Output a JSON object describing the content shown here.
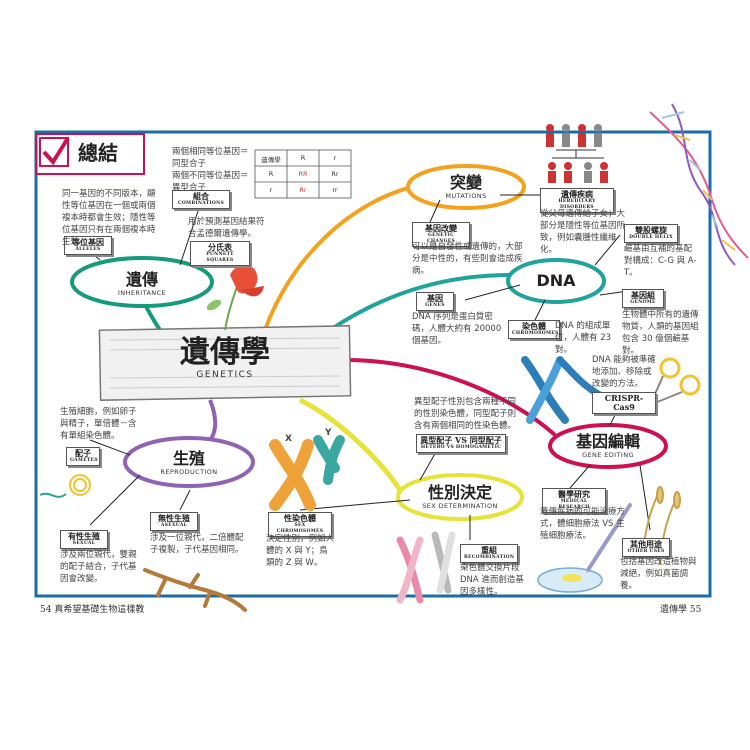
{
  "summary_title": "總結",
  "center": {
    "zh": "遺傳學",
    "en": "GENETICS"
  },
  "nodes": {
    "inheritance": {
      "zh": "遺傳",
      "en": "INHERITANCE"
    },
    "mutations": {
      "zh": "突變",
      "en": "MUTATIONS"
    },
    "dna": {
      "zh": "DNA"
    },
    "reproduction": {
      "zh": "生殖",
      "en": "REPRODUCTION"
    },
    "sex_determination": {
      "zh": "性別決定",
      "en": "SEX DETERMINATION"
    },
    "gene_editing": {
      "zh": "基因編輯",
      "en": "GENE EDITING"
    }
  },
  "tags": {
    "alleles": {
      "zh": "等位基因",
      "en": "ALLELES"
    },
    "combinations": {
      "zh": "組合",
      "en": "COMBINATIONS"
    },
    "punnett": {
      "zh": "分氏表",
      "en": "PUNNETT SQUARES"
    },
    "genetic_changes": {
      "zh": "基因改變",
      "en": "GENETIC CHANGES"
    },
    "hereditary": {
      "zh": "遺傳疾病",
      "en": "HEREDITARY DISORDERS"
    },
    "double_helix": {
      "zh": "雙股螺旋",
      "en": "DOUBLE HELIX"
    },
    "genes": {
      "zh": "基因",
      "en": "GENES"
    },
    "chromosomes": {
      "zh": "染色體",
      "en": "CHROMOSOMES"
    },
    "genome": {
      "zh": "基因組",
      "en": "GENOME"
    },
    "crispr": {
      "zh": "CRISPR-Cas9"
    },
    "hetero_homo": {
      "zh": "異型配子 VS 同型配子",
      "en": "HETERO VS HOMOGAMETIC"
    },
    "gametes": {
      "zh": "配子",
      "en": "GAMETES"
    },
    "sexual": {
      "zh": "有性生殖",
      "en": "SEXUAL"
    },
    "asexual": {
      "zh": "無性生殖",
      "en": "ASEXUAL"
    },
    "sex_chromosomes": {
      "zh": "性染色體",
      "en": "SEX CHROMOSOMES"
    },
    "recombination": {
      "zh": "重組",
      "en": "RECOMBINATION"
    },
    "medical": {
      "zh": "醫學研究",
      "en": "MEDICAL RESEARCH"
    },
    "other_uses": {
      "zh": "其他用途",
      "en": "OTHER USES"
    }
  },
  "texts": {
    "alleles_desc": "同一基因的不同版本，顯性等位基因在一個或兩個複本時都會生效；隱性等位基因只有在兩個複本時生效。",
    "combos_desc": "兩個相同等位基因＝同型合子\n兩個不同等位基因＝異型合子",
    "punnett_desc": "用於預測基因結果符合孟德爾遺傳學。",
    "mutation_desc": "可以是自發性或遺傳的，大部分是中性的，有些則會造成疾病。",
    "hereditary_desc": "從父母遺傳給子女；大部分是隱性等位基因所致，例如囊腫性纖維化。",
    "helix_desc": "鹼基由互補的基配對構成：C-G 與 A-T。",
    "genes_desc": "DNA 序列是蛋白質密碼，人體大約有 20000 個基因。",
    "chromo_desc": "DNA 的組成單位，人體有 23 對。",
    "genome_desc": "生物體中所有的遺傳物質，人類的基因組包含 30 億個鹼基對。",
    "crispr_desc": "DNA 能夠被準確地添加、移除或改變的方法。",
    "hetero_desc": "異型配子性別包含兩種不同的性別染色體，同型配子則含有兩個相同的性染色體。",
    "gametes_desc": "生殖細胞，例如卵子與精子，單倍體－含有單組染色體。",
    "sexual_desc": "涉及兩位親代，雙親的配子結合，子代基因會改變。",
    "asexual_desc": "涉及一位親代，二倍體配子複製，子代基因相同。",
    "sexchromo_desc": "決定性別，例如人體的 X 與 Y；鳥類的 Z 與 W。",
    "recomb_desc": "染色體交換片段 DNA 進而創造基因多樣性。",
    "medical_desc": "遺傳疾病的可能治療方式，體細胞療法 VS 生殖細胞療法。",
    "other_desc": "包括基因改造植物與減絕，例如真菌調養。"
  },
  "punnett_table": {
    "header": [
      "遺傳學",
      "R",
      "r"
    ],
    "rows": [
      [
        "R",
        "RR",
        "Rr"
      ],
      [
        "r",
        "Rr",
        "rr"
      ]
    ]
  },
  "chrom_labels": {
    "x": "X",
    "y": "Y"
  },
  "footer": {
    "left": "54 真希望基礎生物這樣教",
    "right": "遺傳學 55"
  },
  "colors": {
    "frame": "#1a6ea8",
    "inheritance": "#159a7c",
    "mutations": "#f3a21e",
    "dna": "#1fa39a",
    "reproduction": "#8f62b4",
    "sex_determination": "#e7e33a",
    "gene_editing": "#cf1050"
  }
}
